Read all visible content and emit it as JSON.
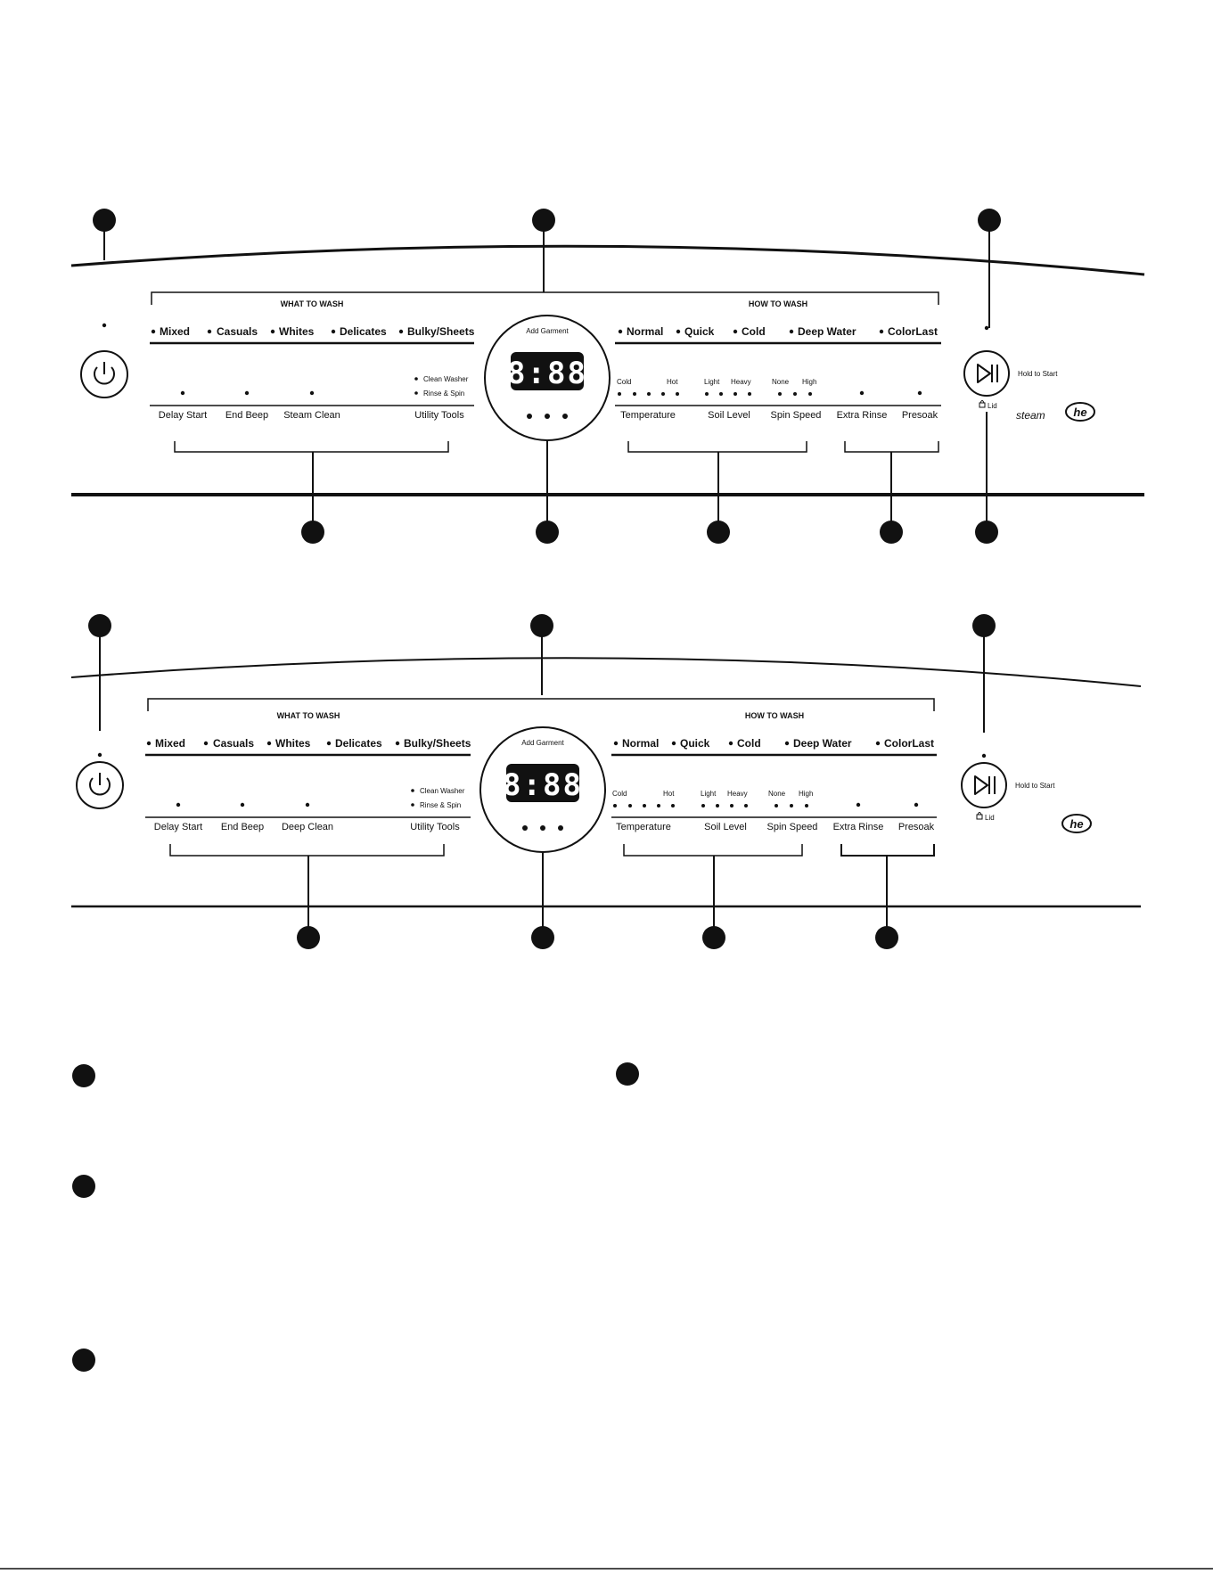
{
  "panels": [
    {
      "what_to_wash": {
        "header": "WHAT TO WASH",
        "cycles": [
          "Mixed",
          "Casuals",
          "Whites",
          "Delicates",
          "Bulky/Sheets"
        ],
        "options": [
          "Delay Start",
          "End Beep",
          "Steam Clean",
          "Utility Tools"
        ],
        "utility_items": [
          "Clean Washer",
          "Rinse & Spin"
        ]
      },
      "center": {
        "add_garment": "Add Garment",
        "display": "8:88"
      },
      "how_to_wash": {
        "header": "HOW TO WASH",
        "cycles": [
          "Normal",
          "Quick",
          "Cold",
          "Deep Water",
          "ColorLast"
        ],
        "temp_range": [
          "Cold",
          "Hot"
        ],
        "soil_range": [
          "Light",
          "Heavy"
        ],
        "spin_range": [
          "None",
          "High"
        ],
        "options": [
          "Temperature",
          "Soil Level",
          "Spin Speed",
          "Extra Rinse",
          "Presoak"
        ]
      },
      "start": {
        "hold_label": "Hold to Start",
        "lid_label": "Lid"
      },
      "logos": {
        "steam": "steam",
        "he": "he"
      }
    },
    {
      "what_to_wash": {
        "header": "WHAT TO WASH",
        "cycles": [
          "Mixed",
          "Casuals",
          "Whites",
          "Delicates",
          "Bulky/Sheets"
        ],
        "options": [
          "Delay Start",
          "End Beep",
          "Deep Clean",
          "Utility Tools"
        ],
        "utility_items": [
          "Clean Washer",
          "Rinse & Spin"
        ]
      },
      "center": {
        "add_garment": "Add Garment",
        "display": "8:88"
      },
      "how_to_wash": {
        "header": "HOW TO WASH",
        "cycles": [
          "Normal",
          "Quick",
          "Cold",
          "Deep Water",
          "ColorLast"
        ],
        "temp_range": [
          "Cold",
          "Hot"
        ],
        "soil_range": [
          "Light",
          "Heavy"
        ],
        "spin_range": [
          "None",
          "High"
        ],
        "options": [
          "Temperature",
          "Soil Level",
          "Spin Speed",
          "Extra Rinse",
          "Presoak"
        ]
      },
      "start": {
        "hold_label": "Hold to Start",
        "lid_label": "Lid"
      },
      "logos": {
        "he": "he"
      }
    }
  ],
  "colors": {
    "ink": "#111111",
    "display_bg": "#111111",
    "paper": "#ffffff"
  }
}
